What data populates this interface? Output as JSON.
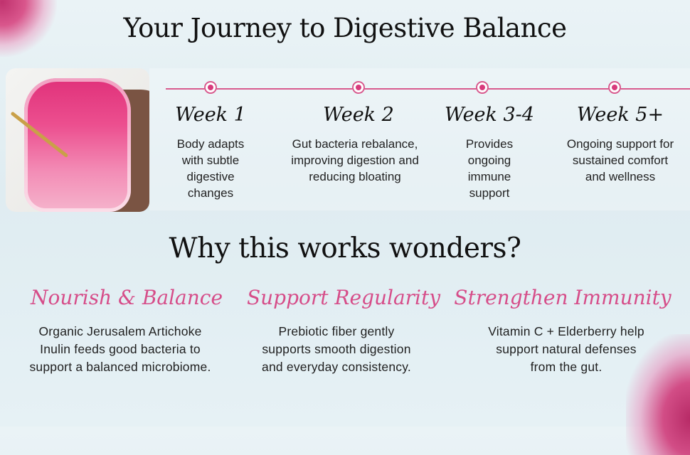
{
  "header": {
    "title": "Your Journey to Digestive Balance"
  },
  "timeline": [
    {
      "label": "Week 1",
      "text": "Body adapts with subtle digestive changes"
    },
    {
      "label": "Week 2",
      "text": "Gut bacteria rebalance, improving digestion and reducing bloating"
    },
    {
      "label": "Week 3-4",
      "text": "Provides ongoing immune support"
    },
    {
      "label": "Week 5+",
      "text": "Ongoing support for sustained comfort and wellness"
    }
  ],
  "section": {
    "title": "Why this works wonders?"
  },
  "benefits": [
    {
      "title": "Nourish & Balance",
      "text": "Organic Jerusalem Artichoke Inulin feeds good bacteria to support a balanced microbiome."
    },
    {
      "title": "Support Regularity",
      "text": "Prebiotic fiber gently supports smooth digestion and everyday consistency."
    },
    {
      "title": "Strengthen Immunity",
      "text": "Vitamin C + Elderberry help support natural defenses from the gut."
    }
  ],
  "colors": {
    "accent": "#d64d89",
    "line": "#d85a8e",
    "background": "#e3eef3"
  }
}
